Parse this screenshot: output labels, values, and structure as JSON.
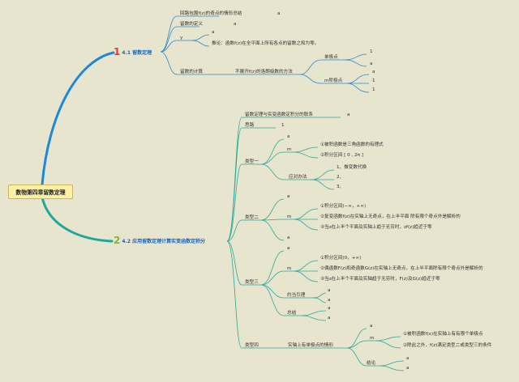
{
  "root": {
    "title": "数物第四章留数定理"
  },
  "b1": {
    "number": "1",
    "title": "4.1 留数定理",
    "items": {
      "a": {
        "text": "回路包围f(z)的奇点的情形总结",
        "leaf": "a"
      },
      "b": {
        "text": "留数的定义",
        "leaf": "a"
      },
      "c": {
        "text": "γ",
        "leaf": "a",
        "note": "推论：函数f(z)在全平面上所有各点的留数之和为零。"
      },
      "d": {
        "text": "留数的计算",
        "sub": "不展开f(z)的洛朗级数的方法",
        "pole1": {
          "text": "单极点",
          "leaves": [
            "1",
            "a"
          ]
        },
        "polem": {
          "text": "m阶极点",
          "leaves": [
            "a",
            "1",
            "1"
          ]
        }
      }
    }
  },
  "b2": {
    "number": "2",
    "title": "4.2 应用留数定理计算实变函数定积分",
    "intro1": {
      "text": "留数定理与实变函数定积分的联系",
      "leaf": "a"
    },
    "intro2": {
      "text": "思路",
      "leaf": "1"
    },
    "t1": {
      "label": "类型一",
      "a": "a",
      "m": "m",
      "c1": "①被积函数是三角函数的有理式",
      "c2": "②积分区间 [ 0 , 2π ]",
      "method": "应对办法",
      "s1": "1、做变数代换",
      "s2": "2、",
      "s3": "3、"
    },
    "t2": {
      "label": "类型二",
      "a": "a",
      "m": "m",
      "c1": "①积分区间(−∞，+∞)",
      "c2": "②复变函数f(z)在实轴上无奇点，在上半平面 除有限个奇点外是解析的",
      "c3": "③当z在上半个平面及实轴上趋于无穷时，zf(z)趋近于零",
      "a2": "a"
    },
    "t3": {
      "label": "类型三",
      "a": "a",
      "m": "m",
      "c1": "①积分区间(0，+∞)",
      "c2": "②偶函数F(z)和奇函数G(z)在实轴上无奇点，在上半平面除有限个奇点外是解析的",
      "c3": "③当z在上半个平面及实轴趋于无穷时，F(z)及G(z)趋近于零",
      "jordan": "约当引理",
      "j1": "a",
      "j2": "a",
      "sum": "总结",
      "s1": "a",
      "s2": "a"
    },
    "t4": {
      "label": "类型四",
      "case": "实轴上有单极点的情形",
      "a": "a",
      "m": "m",
      "c1": "①被积函数f(x)在实轴上有有限个单极点",
      "c2": "②除此之外，f(z)满足类型二或类型三的条件",
      "concl": "结论",
      "k1": "a",
      "k2": "a"
    }
  }
}
